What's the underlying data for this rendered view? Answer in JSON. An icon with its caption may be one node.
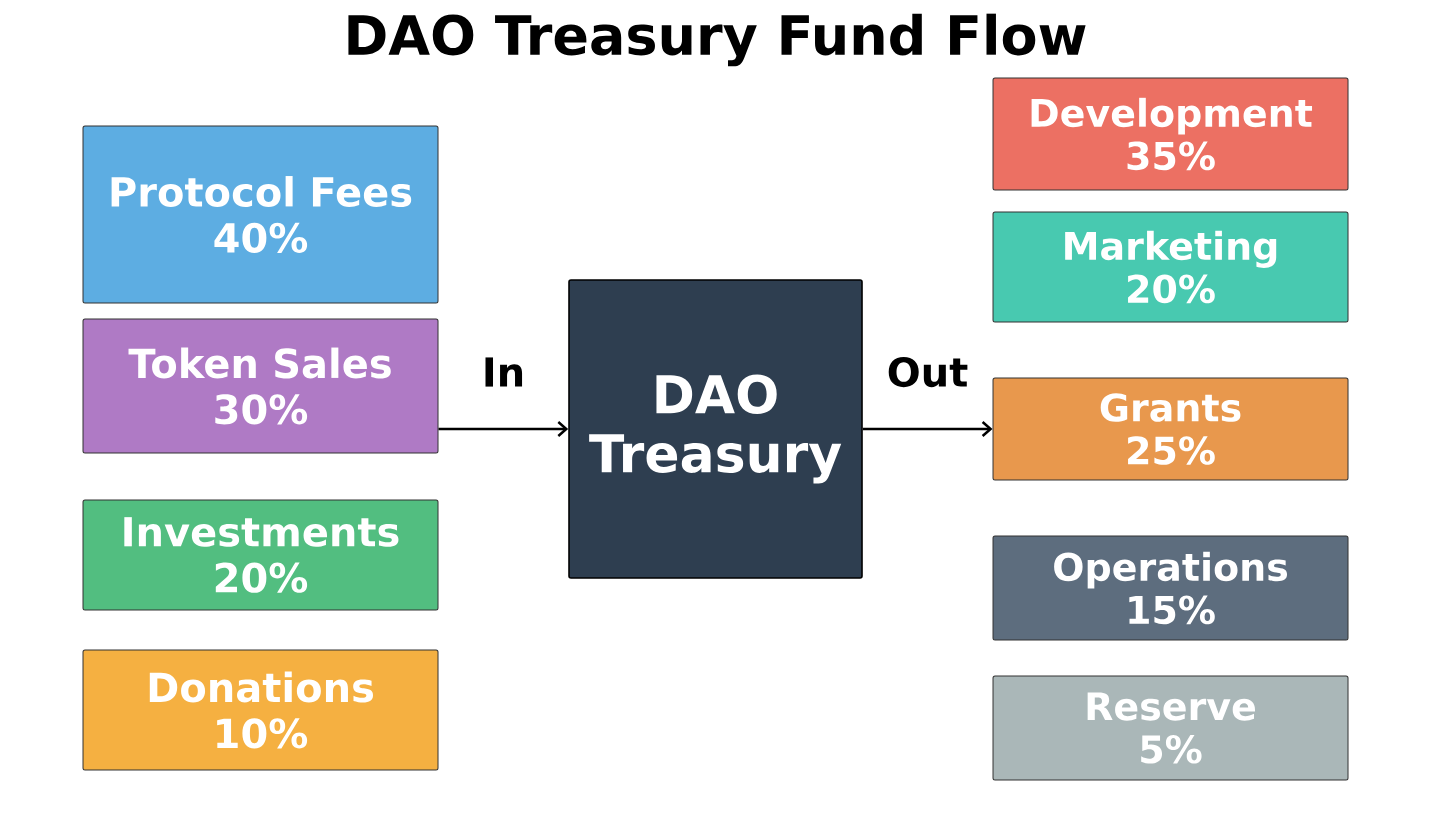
{
  "diagram": {
    "title": "DAO Treasury Fund Flow",
    "nodes": [
      {
        "text": [
          "Protocol Fees",
          "40%"
        ]
      },
      {
        "text": [
          "Token Sales",
          "30%"
        ]
      },
      {
        "text": [
          "Investments",
          "20%"
        ]
      },
      {
        "text": [
          "Donations",
          "10%"
        ]
      },
      {
        "text": [
          "DAO Treasury"
        ]
      },
      {
        "text": [
          "Development",
          "35%"
        ]
      },
      {
        "text": [
          "Marketing",
          "20%"
        ]
      },
      {
        "text": [
          "Grants",
          "25%"
        ]
      },
      {
        "text": [
          "Operations",
          "15%"
        ]
      },
      {
        "text": [
          "Reserve",
          "5%"
        ]
      }
    ],
    "edges": [
      {
        "from": 1,
        "to": 4,
        "arrow": "to",
        "label": "In"
      },
      {
        "from": 4,
        "to": 7,
        "arrow": "to",
        "label": "Out"
      }
    ]
  }
}
